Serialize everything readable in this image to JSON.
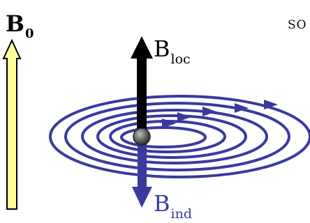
{
  "labels": {
    "b0": {
      "main": "B",
      "sub": "0"
    },
    "bloc": {
      "main": "B",
      "sub": "loc"
    },
    "bind": {
      "main": "B",
      "sub": "ind"
    },
    "cut_text": "SO"
  },
  "colors": {
    "loop": "#3a3a9e",
    "b0_arrow_fill": "#ffff99",
    "bloc_arrow": "#000000",
    "bind_arrow": "#3a3a9e",
    "nucleus": "#6b6b6b"
  }
}
